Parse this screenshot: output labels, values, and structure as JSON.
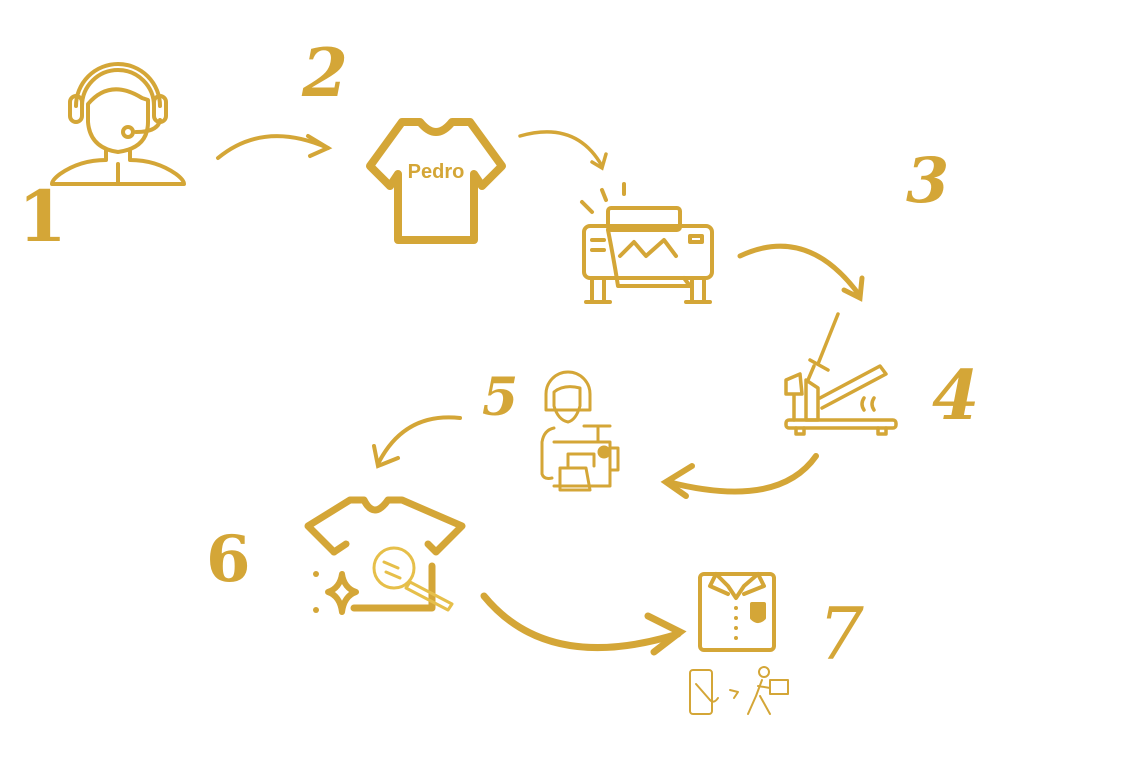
{
  "colors": {
    "gold": "#d4a637",
    "background": "#ffffff"
  },
  "steps": [
    {
      "number": "1",
      "icon": "customer-support-headset-icon"
    },
    {
      "number": "2",
      "icon": "tshirt-personalized-icon",
      "shirt_text": "Pedro"
    },
    {
      "number": "3",
      "icon": "large-format-printer-icon"
    },
    {
      "number": "4",
      "icon": "heat-press-icon"
    },
    {
      "number": "5",
      "icon": "seamstress-sewing-machine-icon"
    },
    {
      "number": "6",
      "icon": "shirt-quality-inspection-icon"
    },
    {
      "number": "7",
      "icon": "folded-shirt-delivery-icon"
    }
  ]
}
